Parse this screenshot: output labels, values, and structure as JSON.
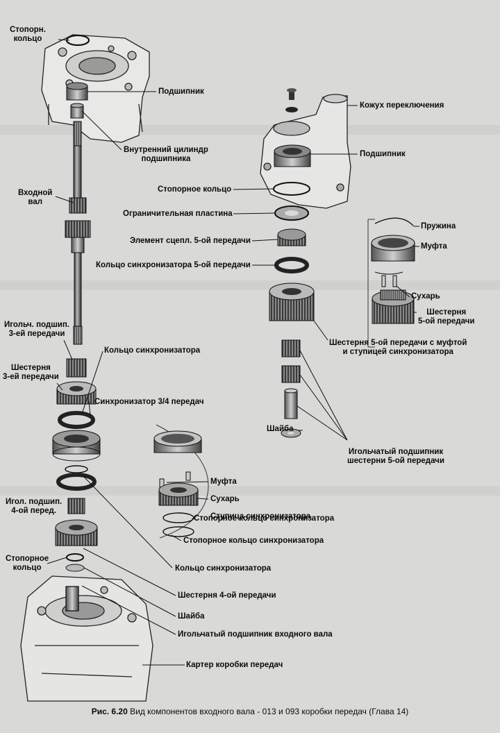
{
  "caption": {
    "figure": "Рис. 6.20",
    "text": "Вид компонентов входного вала - 013 и 093 коробки передач (Глава 14)"
  },
  "labels": {
    "stopor_ring_top": [
      "Стопорн.",
      "кольцо"
    ],
    "bearing_left": "Подшипник",
    "inner_race": [
      "Внутренний цилиндр",
      "подшипника"
    ],
    "input_shaft": [
      "Входной",
      "вал"
    ],
    "needle_3rd": [
      "Игольч. подшип.",
      "3-ей передачи"
    ],
    "synchro_ring_left": "Кольцо синхронизатора",
    "gear_3rd": [
      "Шестерня",
      "3-ей передачи"
    ],
    "synchro_34": "Синхронизатор 3/4 передач",
    "sleeve_mid": "Муфта",
    "key_mid": "Сухарь",
    "hub": "Ступица синхронизатора",
    "circlip_hub_1": "Стопорное кольцо синхронизатора",
    "circlip_hub_2": "Стопорное кольцо синхронизатора",
    "needle_4th": [
      "Игол. подшип.",
      "4-ой перед."
    ],
    "synchro_ring_4th": "Кольцо синхронизатора",
    "stopor_ring_bottom": [
      "Стопорное",
      "кольцо"
    ],
    "gear_4th": "Шестерня 4-ой передачи",
    "washer_bottom": "Шайба",
    "needle_input": "Игольчатый подшипник входного вала",
    "case": "Картер коробки передач",
    "shift_housing": "Кожух переключения",
    "bearing_right": "Подшипник",
    "stopor_ring_right": "Стопорное кольцо",
    "limit_plate": "Ограничительная пластина",
    "engage_5th": "Элемент сцепл. 5-ой передачи",
    "synchro_ring_5th": "Кольцо синхронизатора 5-ой передачи",
    "spring": "Пружина",
    "sleeve_right": "Муфта",
    "key_right": "Сухарь",
    "gear_5th": [
      "Шестерня",
      "5-ой передачи"
    ],
    "gear_5th_assembly": [
      "Шестерня 5-ой передачи с муфтой",
      "и ступицей синхронизатора"
    ],
    "washer_right": "Шайба",
    "needle_5th": [
      "Игольчатый подшипник",
      "шестерни 5-ой передачи"
    ]
  }
}
